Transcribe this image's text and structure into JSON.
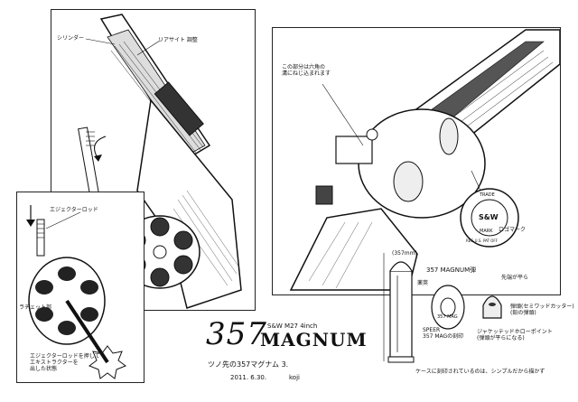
{
  "title": {
    "main": "357",
    "magnum": "MAGNUM",
    "subtitle": "S&W M27 4inch"
  },
  "credits": {
    "line1": "ツノ先の357マグナム 3.",
    "date": "2011. 6.30.",
    "author": "koji"
  },
  "panel_top_left": {
    "label_cylinder": "シリンダー",
    "label_rear_sight": "リアサイト 調整"
  },
  "panel_inset": {
    "label_ejector_rod": "エジェクターロッド",
    "label_ratchet": "ラチェット部",
    "label_extractor": "エジェクターロッドを押して\nエキストラクターを\n出した状態"
  },
  "panel_right": {
    "label_frame_note": "この部分は六角の\n溝にねじ込まれます",
    "label_logo": "ロゴマーク",
    "logo_top": "TRADE",
    "logo_mid": "S&W",
    "logo_bottom": "MARK",
    "logo_reg": "REG U.S. PAT OFF"
  },
  "ammo": {
    "length_label": "(357mm)",
    "caliber_label": "357 MAGNUM弾",
    "case_label": "薬莢",
    "headstamp": "357 MAG",
    "headstamp_note": "SPEER\n357 MAGの刻印",
    "bullet_type": "先端が平ら",
    "bullet_note": "弾頭(セミワッドカッター)\n(鉛の弾頭)",
    "jacket_label": "ジャケッテッドホローポイント\n(弾頭が平らになる)",
    "bottom_note": "ケースに刻印されているのは、シンプルだから描かず"
  }
}
